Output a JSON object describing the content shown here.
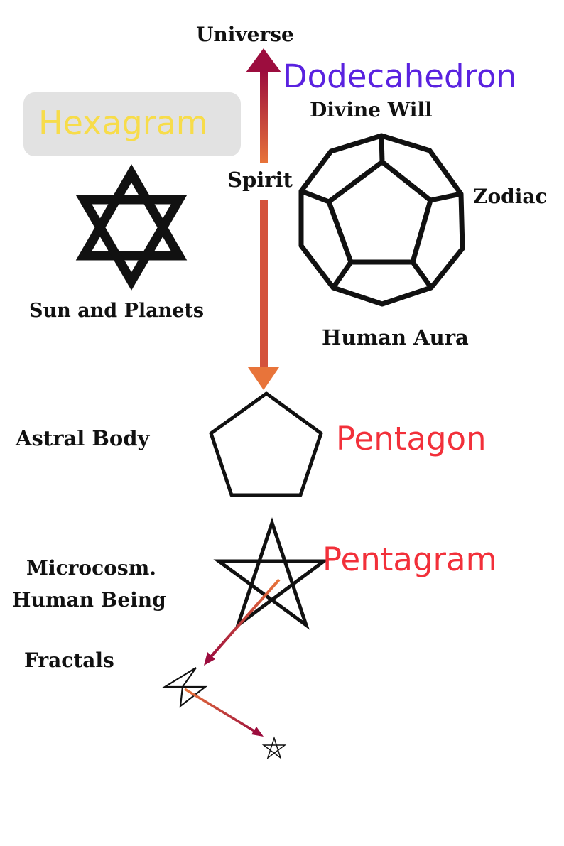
{
  "colors": {
    "hexagram": "#f7dc4a",
    "hexagram_box": "#e2e2e2",
    "dodecahedron": "#5a22e0",
    "pentagon": "#f2303a",
    "pentagram": "#f2303a",
    "arrow_dark": "#9c0d3e",
    "arrow_light": "#e8743a",
    "shape_stroke": "#111111"
  },
  "labels": {
    "universe": "Universe",
    "divine_will": "Divine Will",
    "spirit": "Spirit",
    "zodiac": "Zodiac",
    "sun_and_planets": "Sun and Planets",
    "human_aura": "Human Aura",
    "astral_body": "Astral Body",
    "microcosm_line1": "Microcosm.",
    "microcosm_line2": "Human Being",
    "fractals": "Fractals"
  },
  "titles": {
    "hexagram": "Hexagram",
    "dodecahedron": "Dodecahedron",
    "pentagon": "Pentagon",
    "pentagram": "Pentagram"
  }
}
